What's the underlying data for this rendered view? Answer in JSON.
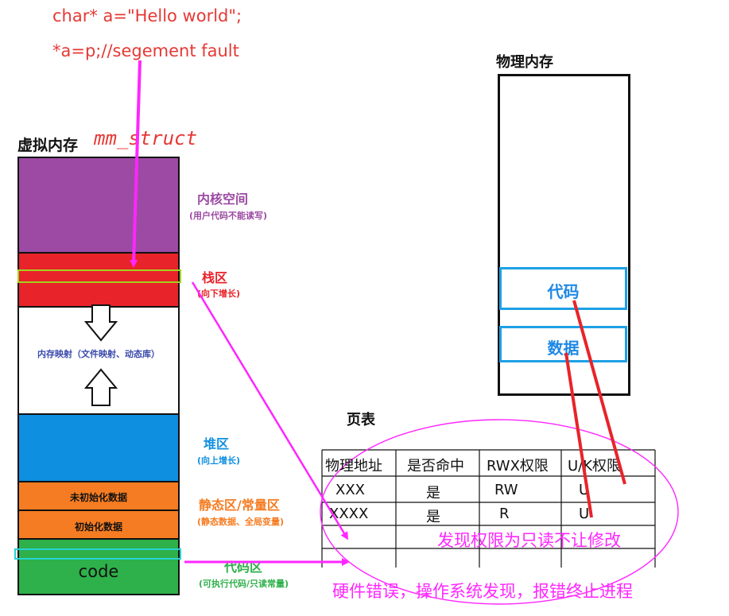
{
  "code": {
    "line1": "char* a=\"Hello world\";",
    "line2": "*a=p;//segement fault"
  },
  "virtual_memory": {
    "title": "虚拟内存",
    "struct_label": "mm_struct",
    "segments": {
      "kernel": {
        "label": "内核空间",
        "sub": "(用户代码不能读写)",
        "color": "#9c4aa3"
      },
      "stack": {
        "label": "栈区",
        "sub": "(向下增长)",
        "color": "#e8232a"
      },
      "mmap": {
        "label": "内存映射（文件映射、动态库）"
      },
      "heap": {
        "label": "堆区",
        "sub": "(向上增长)",
        "color": "#0f8fe0"
      },
      "bss": {
        "text": "未初始化数据",
        "color": "#f57c22"
      },
      "data": {
        "text": "初始化数据",
        "color": "#f57c22"
      },
      "static_label": "静态区/常量区",
      "static_sub": "(静态数据、全局变量)",
      "code_seg": {
        "text": "code",
        "label": "代码区",
        "sub": "(可执行代码/只读常量)",
        "color": "#2eb04a"
      }
    }
  },
  "physical_memory": {
    "title": "物理内存",
    "code_block": "代码",
    "data_block": "数据"
  },
  "page_table": {
    "title": "页表",
    "headers": [
      "物理地址",
      "是否命中",
      "RWX权限",
      "U/K权限"
    ],
    "rows": [
      [
        "XXX",
        "是",
        "RW",
        "U"
      ],
      [
        "XXXX",
        "是",
        "R",
        "U"
      ]
    ]
  },
  "annotations": {
    "readonly": "发现权限为只读不让修改",
    "hw_error": "硬件错误，操作系统发现，报错终止进程"
  },
  "colors": {
    "arrow_magenta": "#ff26ff",
    "arrow_red": "#e8232a",
    "accent_blue": "#1ea0e6",
    "highlight_yellow": "#a5d21e",
    "highlight_cyan": "#27d3d3"
  }
}
